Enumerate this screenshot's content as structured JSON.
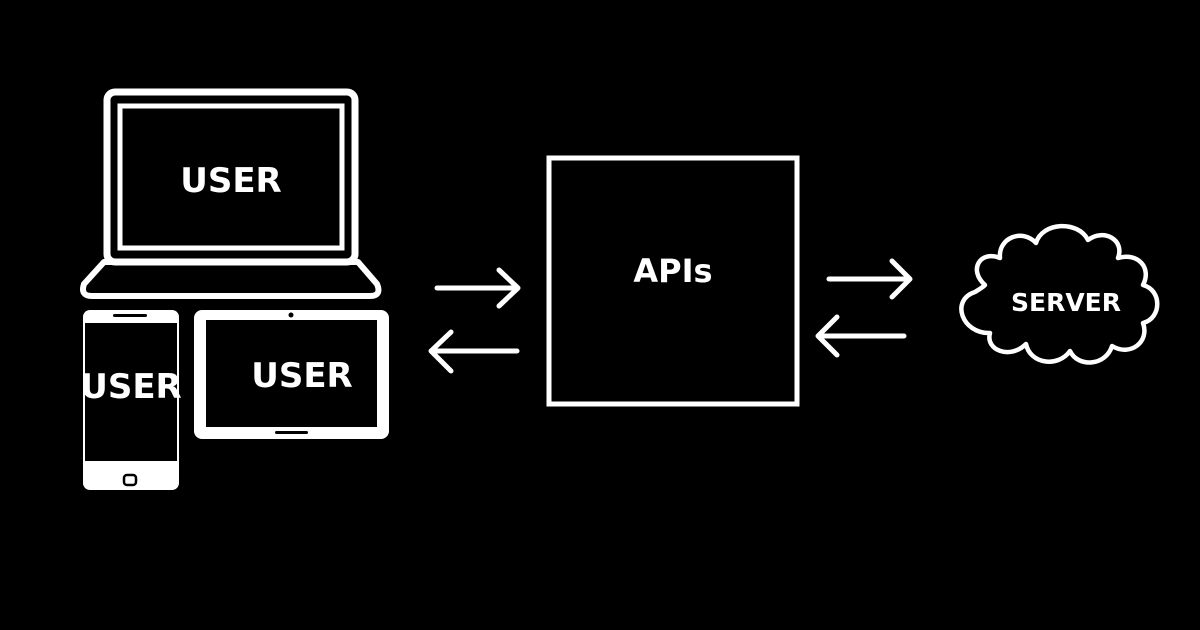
{
  "diagram": {
    "title": "",
    "colors": {
      "background": "#000000",
      "foreground": "#ffffff"
    },
    "nodes": {
      "laptop": {
        "label": "USER",
        "icon": "laptop-icon"
      },
      "phone": {
        "label": "USER",
        "icon": "smartphone-icon"
      },
      "tablet": {
        "label": "USER",
        "icon": "tablet-icon"
      },
      "apis": {
        "label": "APIs",
        "shape": "box"
      },
      "server": {
        "label": "SERVER",
        "icon": "cloud-icon"
      }
    },
    "edges": [
      {
        "from": "users",
        "to": "apis",
        "direction": "right"
      },
      {
        "from": "apis",
        "to": "users",
        "direction": "left"
      },
      {
        "from": "apis",
        "to": "server",
        "direction": "right"
      },
      {
        "from": "server",
        "to": "apis",
        "direction": "left"
      }
    ]
  }
}
